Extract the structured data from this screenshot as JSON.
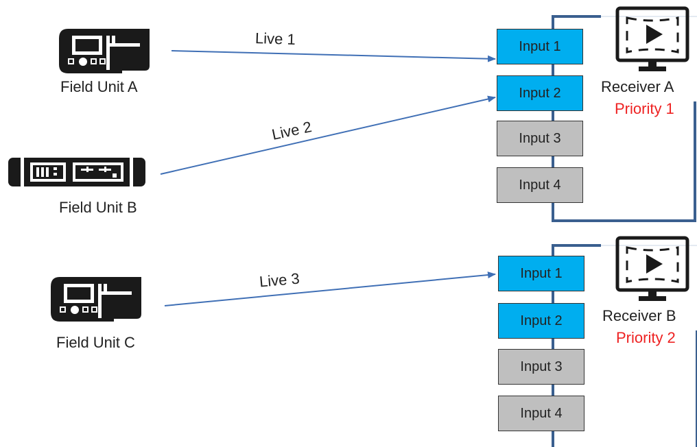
{
  "colors": {
    "active_input": "#00aeef",
    "idle_input": "#bfbfbf",
    "link_line": "#3f6fb5",
    "bus_line": "#3a5f8f",
    "priority_text": "#ee2222"
  },
  "field_units": [
    {
      "label": "Field Unit A",
      "icon": "field-unit-portable-icon"
    },
    {
      "label": "Field Unit B",
      "icon": "field-unit-rack-icon"
    },
    {
      "label": "Field Unit C",
      "icon": "field-unit-portable-icon"
    }
  ],
  "links": [
    {
      "label": "Live  1",
      "from": "Field Unit A",
      "to": "Receiver A / Input 1"
    },
    {
      "label": "Live 2",
      "from": "Field Unit B",
      "to": "Receiver A / Input 2"
    },
    {
      "label": "Live 3",
      "from": "Field Unit C",
      "to": "Receiver B / Input 1"
    }
  ],
  "receivers": [
    {
      "name": "Receiver A",
      "priority": "Priority 1",
      "icon": "monitor-icon",
      "inputs": [
        {
          "label": "Input 1",
          "state": "active"
        },
        {
          "label": "Input 2",
          "state": "active"
        },
        {
          "label": "Input 3",
          "state": "idle"
        },
        {
          "label": "Input 4",
          "state": "idle"
        }
      ]
    },
    {
      "name": "Receiver B",
      "priority": "Priority 2",
      "icon": "monitor-icon",
      "inputs": [
        {
          "label": "Input 1",
          "state": "active"
        },
        {
          "label": "Input 2",
          "state": "active"
        },
        {
          "label": "Input 3",
          "state": "idle"
        },
        {
          "label": "Input 4",
          "state": "idle"
        }
      ]
    }
  ]
}
